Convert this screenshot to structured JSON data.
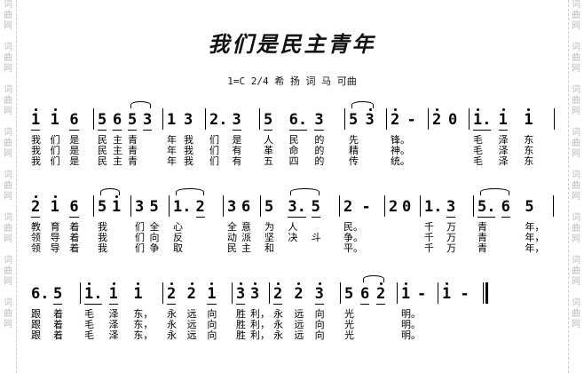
{
  "title": "我们是民主青年",
  "subtitle": "1=C 2/4 希 扬 词 马 可曲",
  "watermark": [
    "词",
    "曲",
    "网"
  ],
  "systems": [
    {
      "measures": [
        {
          "slots": [
            {
              "n": "1",
              "hi": true,
              "u": true,
              "l": [
                "我",
                "我",
                "我"
              ]
            },
            {
              "n": "1",
              "hi": true,
              "l": [
                "们",
                "们",
                "们"
              ]
            },
            {
              "n": "6",
              "u": true,
              "l": [
                "是",
                "是",
                "是"
              ]
            }
          ]
        },
        {
          "slots": [
            {
              "n": "5",
              "u": true,
              "l": [
                "民",
                "民",
                "民"
              ]
            },
            {
              "n": "6",
              "u": true,
              "l": [
                "主",
                "主",
                "主"
              ]
            },
            {
              "n": "5",
              "u": true,
              "l": [
                "青",
                "青",
                "青"
              ]
            },
            {
              "n": "3",
              "u": true,
              "l": [
                "",
                "",
                ""
              ]
            }
          ],
          "tie": [
            2,
            3
          ]
        },
        {
          "slots": [
            {
              "n": "1",
              "l": [
                "年",
                "年",
                "年"
              ]
            },
            {
              "n": "3",
              "l": [
                "我",
                "我",
                "我"
              ]
            }
          ]
        },
        {
          "slots": [
            {
              "n": "2.",
              "l": [
                "们",
                "们",
                "们"
              ]
            },
            {
              "n": "3",
              "u": true,
              "l": [
                "是",
                "有",
                "有"
              ]
            }
          ]
        },
        {
          "slots": [
            {
              "n": "5",
              "u": true,
              "l": [
                "人",
                "革",
                "五"
              ]
            },
            {
              "n": "6.",
              "u": true,
              "l": [
                "民",
                "命",
                "四"
              ]
            },
            {
              "n": "3",
              "u": true,
              "l": [
                "的",
                "的",
                "的"
              ]
            }
          ]
        },
        {
          "slots": [
            {
              "n": "5",
              "l": [
                "先",
                "精",
                "传"
              ]
            },
            {
              "n": "3",
              "hi": true,
              "l": [
                "",
                "",
                ""
              ]
            }
          ],
          "tie": [
            0,
            1
          ]
        },
        {
          "slots": [
            {
              "n": "2",
              "hi": true,
              "l": [
                "锋。",
                "神。",
                "统。"
              ]
            },
            {
              "n": "-",
              "l": [
                "",
                "",
                ""
              ]
            }
          ]
        },
        {
          "slots": [
            {
              "n": "2",
              "hi": true,
              "l": [
                "",
                "",
                ""
              ]
            },
            {
              "n": "0",
              "l": [
                "",
                "",
                ""
              ]
            }
          ]
        },
        {
          "slots": [
            {
              "n": "1.",
              "hi": true,
              "u": true,
              "l": [
                "毛",
                "毛",
                "毛"
              ]
            },
            {
              "n": "1",
              "hi": true,
              "u": true,
              "l": [
                "泽",
                "泽",
                "泽"
              ]
            },
            {
              "n": "1",
              "hi": true,
              "l": [
                "东",
                "东",
                "东"
              ]
            }
          ]
        }
      ]
    },
    {
      "measures": [
        {
          "slots": [
            {
              "n": "2",
              "hi": true,
              "u": true,
              "l": [
                "教",
                "领",
                "领"
              ]
            },
            {
              "n": "1",
              "hi": true,
              "l": [
                "育",
                "导",
                "导"
              ]
            },
            {
              "n": "6",
              "u": true,
              "l": [
                "着",
                "着",
                "着"
              ]
            }
          ]
        },
        {
          "slots": [
            {
              "n": "5",
              "l": [
                "我",
                "我",
                "我"
              ]
            },
            {
              "n": "1",
              "hi": true,
              "l": [
                "",
                "",
                ""
              ]
            }
          ],
          "tie": [
            0,
            1
          ]
        },
        {
          "slots": [
            {
              "n": "3",
              "l": [
                "们",
                "们",
                "们"
              ]
            },
            {
              "n": "5",
              "l": [
                "全",
                "向",
                "争"
              ]
            }
          ]
        },
        {
          "slots": [
            {
              "n": "1.",
              "l": [
                "心",
                "反",
                "取"
              ]
            },
            {
              "n": "2",
              "u": true,
              "l": [
                "",
                "",
                ""
              ]
            }
          ],
          "tie": [
            0,
            1
          ]
        },
        {
          "slots": [
            {
              "n": "3",
              "l": [
                "全",
                "动",
                "民"
              ]
            },
            {
              "n": "6",
              "l": [
                "意",
                "派",
                "主"
              ]
            }
          ]
        },
        {
          "slots": [
            {
              "n": "5",
              "l": [
                "为",
                "坚",
                "和"
              ]
            },
            {
              "n": "3.",
              "u": true,
              "l": [
                "人",
                "决",
                ""
              ]
            },
            {
              "n": "5",
              "u": true,
              "l": [
                "",
                "斗",
                ""
              ]
            }
          ],
          "tie": [
            1,
            2
          ]
        },
        {
          "slots": [
            {
              "n": "2",
              "l": [
                "民。",
                "争。",
                "平。"
              ]
            },
            {
              "n": "-",
              "l": [
                "",
                "",
                ""
              ]
            }
          ]
        },
        {
          "slots": [
            {
              "n": "2",
              "l": [
                "",
                "",
                ""
              ]
            },
            {
              "n": "0",
              "l": [
                "",
                "",
                ""
              ]
            }
          ]
        },
        {
          "slots": [
            {
              "n": "1.",
              "l": [
                "千",
                "千",
                "千"
              ]
            },
            {
              "n": "3",
              "u": true,
              "l": [
                "万",
                "万",
                "万"
              ]
            }
          ]
        },
        {
          "slots": [
            {
              "n": "5.",
              "u": true,
              "l": [
                "青",
                "青",
                "青"
              ]
            },
            {
              "n": "6",
              "u": true,
              "l": [
                "",
                "",
                ""
              ]
            },
            {
              "n": "5",
              "l": [
                "年，",
                "年，",
                "年，"
              ]
            }
          ],
          "tie": [
            0,
            1
          ]
        }
      ]
    },
    {
      "measures": [
        {
          "slots": [
            {
              "n": "6.",
              "l": [
                "跟",
                "跟",
                "跟"
              ]
            },
            {
              "n": "5",
              "u": true,
              "l": [
                "着",
                "着",
                "着"
              ]
            }
          ]
        },
        {
          "slots": [
            {
              "n": "1.",
              "hi": true,
              "u": true,
              "l": [
                "毛",
                "毛",
                "毛"
              ]
            },
            {
              "n": "1",
              "hi": true,
              "u": true,
              "l": [
                "泽",
                "泽",
                "泽"
              ]
            },
            {
              "n": "1",
              "hi": true,
              "l": [
                "东，",
                "东，",
                "东，"
              ]
            }
          ]
        },
        {
          "slots": [
            {
              "n": "2",
              "hi": true,
              "u": true,
              "l": [
                "永",
                "永",
                "永"
              ]
            },
            {
              "n": "2",
              "hi": true,
              "l": [
                "远",
                "远",
                "远"
              ]
            },
            {
              "n": "1",
              "hi": true,
              "u": true,
              "l": [
                "向",
                "向",
                "向"
              ]
            }
          ]
        },
        {
          "slots": [
            {
              "n": "3",
              "hi": true,
              "u": true,
              "l": [
                "胜",
                "胜",
                "胜"
              ]
            },
            {
              "n": "3",
              "hi": true,
              "l": [
                "利，",
                "利，",
                "利，"
              ]
            }
          ]
        },
        {
          "slots": [
            {
              "n": "2",
              "hi": true,
              "u": true,
              "l": [
                "永",
                "永",
                "永"
              ]
            },
            {
              "n": "2",
              "hi": true,
              "l": [
                "远",
                "远",
                "远"
              ]
            },
            {
              "n": "3",
              "hi": true,
              "u": true,
              "l": [
                "向",
                "向",
                "向"
              ]
            }
          ]
        },
        {
          "slots": [
            {
              "n": "5",
              "l": [
                "光",
                "光",
                "光"
              ]
            },
            {
              "n": "6",
              "u": true,
              "l": [
                "",
                "",
                ""
              ]
            },
            {
              "n": "2",
              "hi": true,
              "u": true,
              "l": [
                "",
                "",
                ""
              ]
            }
          ],
          "tie": [
            1,
            2
          ]
        },
        {
          "slots": [
            {
              "n": "1",
              "hi": true,
              "l": [
                "明。",
                "明。",
                "明。"
              ]
            },
            {
              "n": "-",
              "l": [
                "",
                "",
                ""
              ]
            }
          ]
        },
        {
          "slots": [
            {
              "n": "1",
              "hi": true,
              "l": [
                "",
                "",
                ""
              ]
            },
            {
              "n": "-",
              "l": [
                "",
                "",
                ""
              ]
            }
          ]
        }
      ]
    }
  ]
}
